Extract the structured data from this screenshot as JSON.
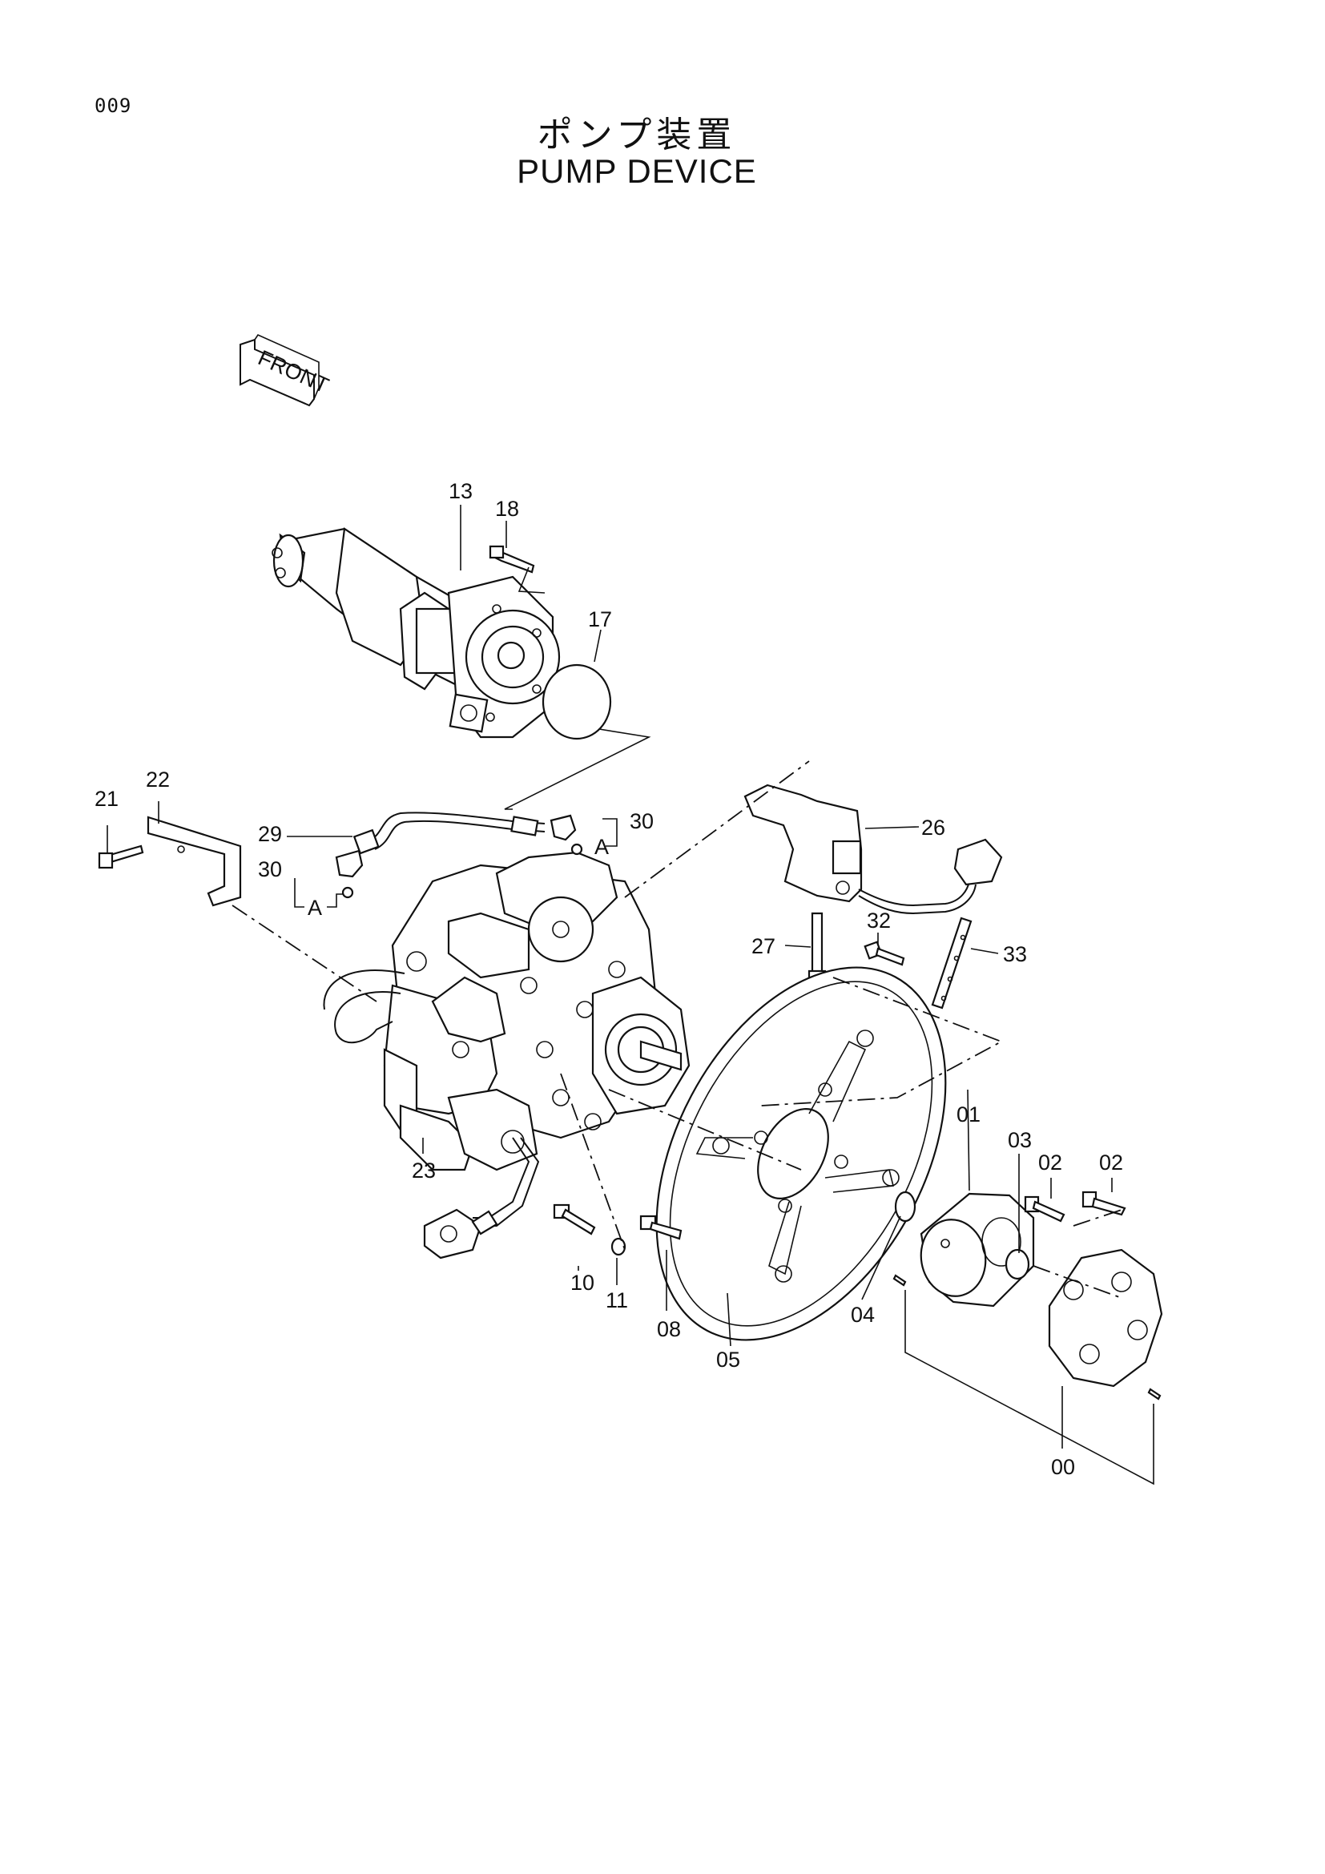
{
  "header": {
    "page_code": "009",
    "title_jp": "ポンプ装置",
    "title_en": "PUMP DEVICE"
  },
  "front_arrow": {
    "label": "FRONT"
  },
  "callouts": {
    "p00": "00",
    "p01": "01",
    "p02a": "02",
    "p02b": "02",
    "p03": "03",
    "p04": "04",
    "p05": "05",
    "p08": "08",
    "p10": "10",
    "p11": "11",
    "p13": "13",
    "p17": "17",
    "p18": "18",
    "p21": "21",
    "p22": "22",
    "p23": "23",
    "p26": "26",
    "p27": "27",
    "p29": "29",
    "p30a": "30",
    "p30b": "30",
    "p32": "32",
    "p33": "33",
    "ref_a1": "A",
    "ref_a2": "A"
  }
}
